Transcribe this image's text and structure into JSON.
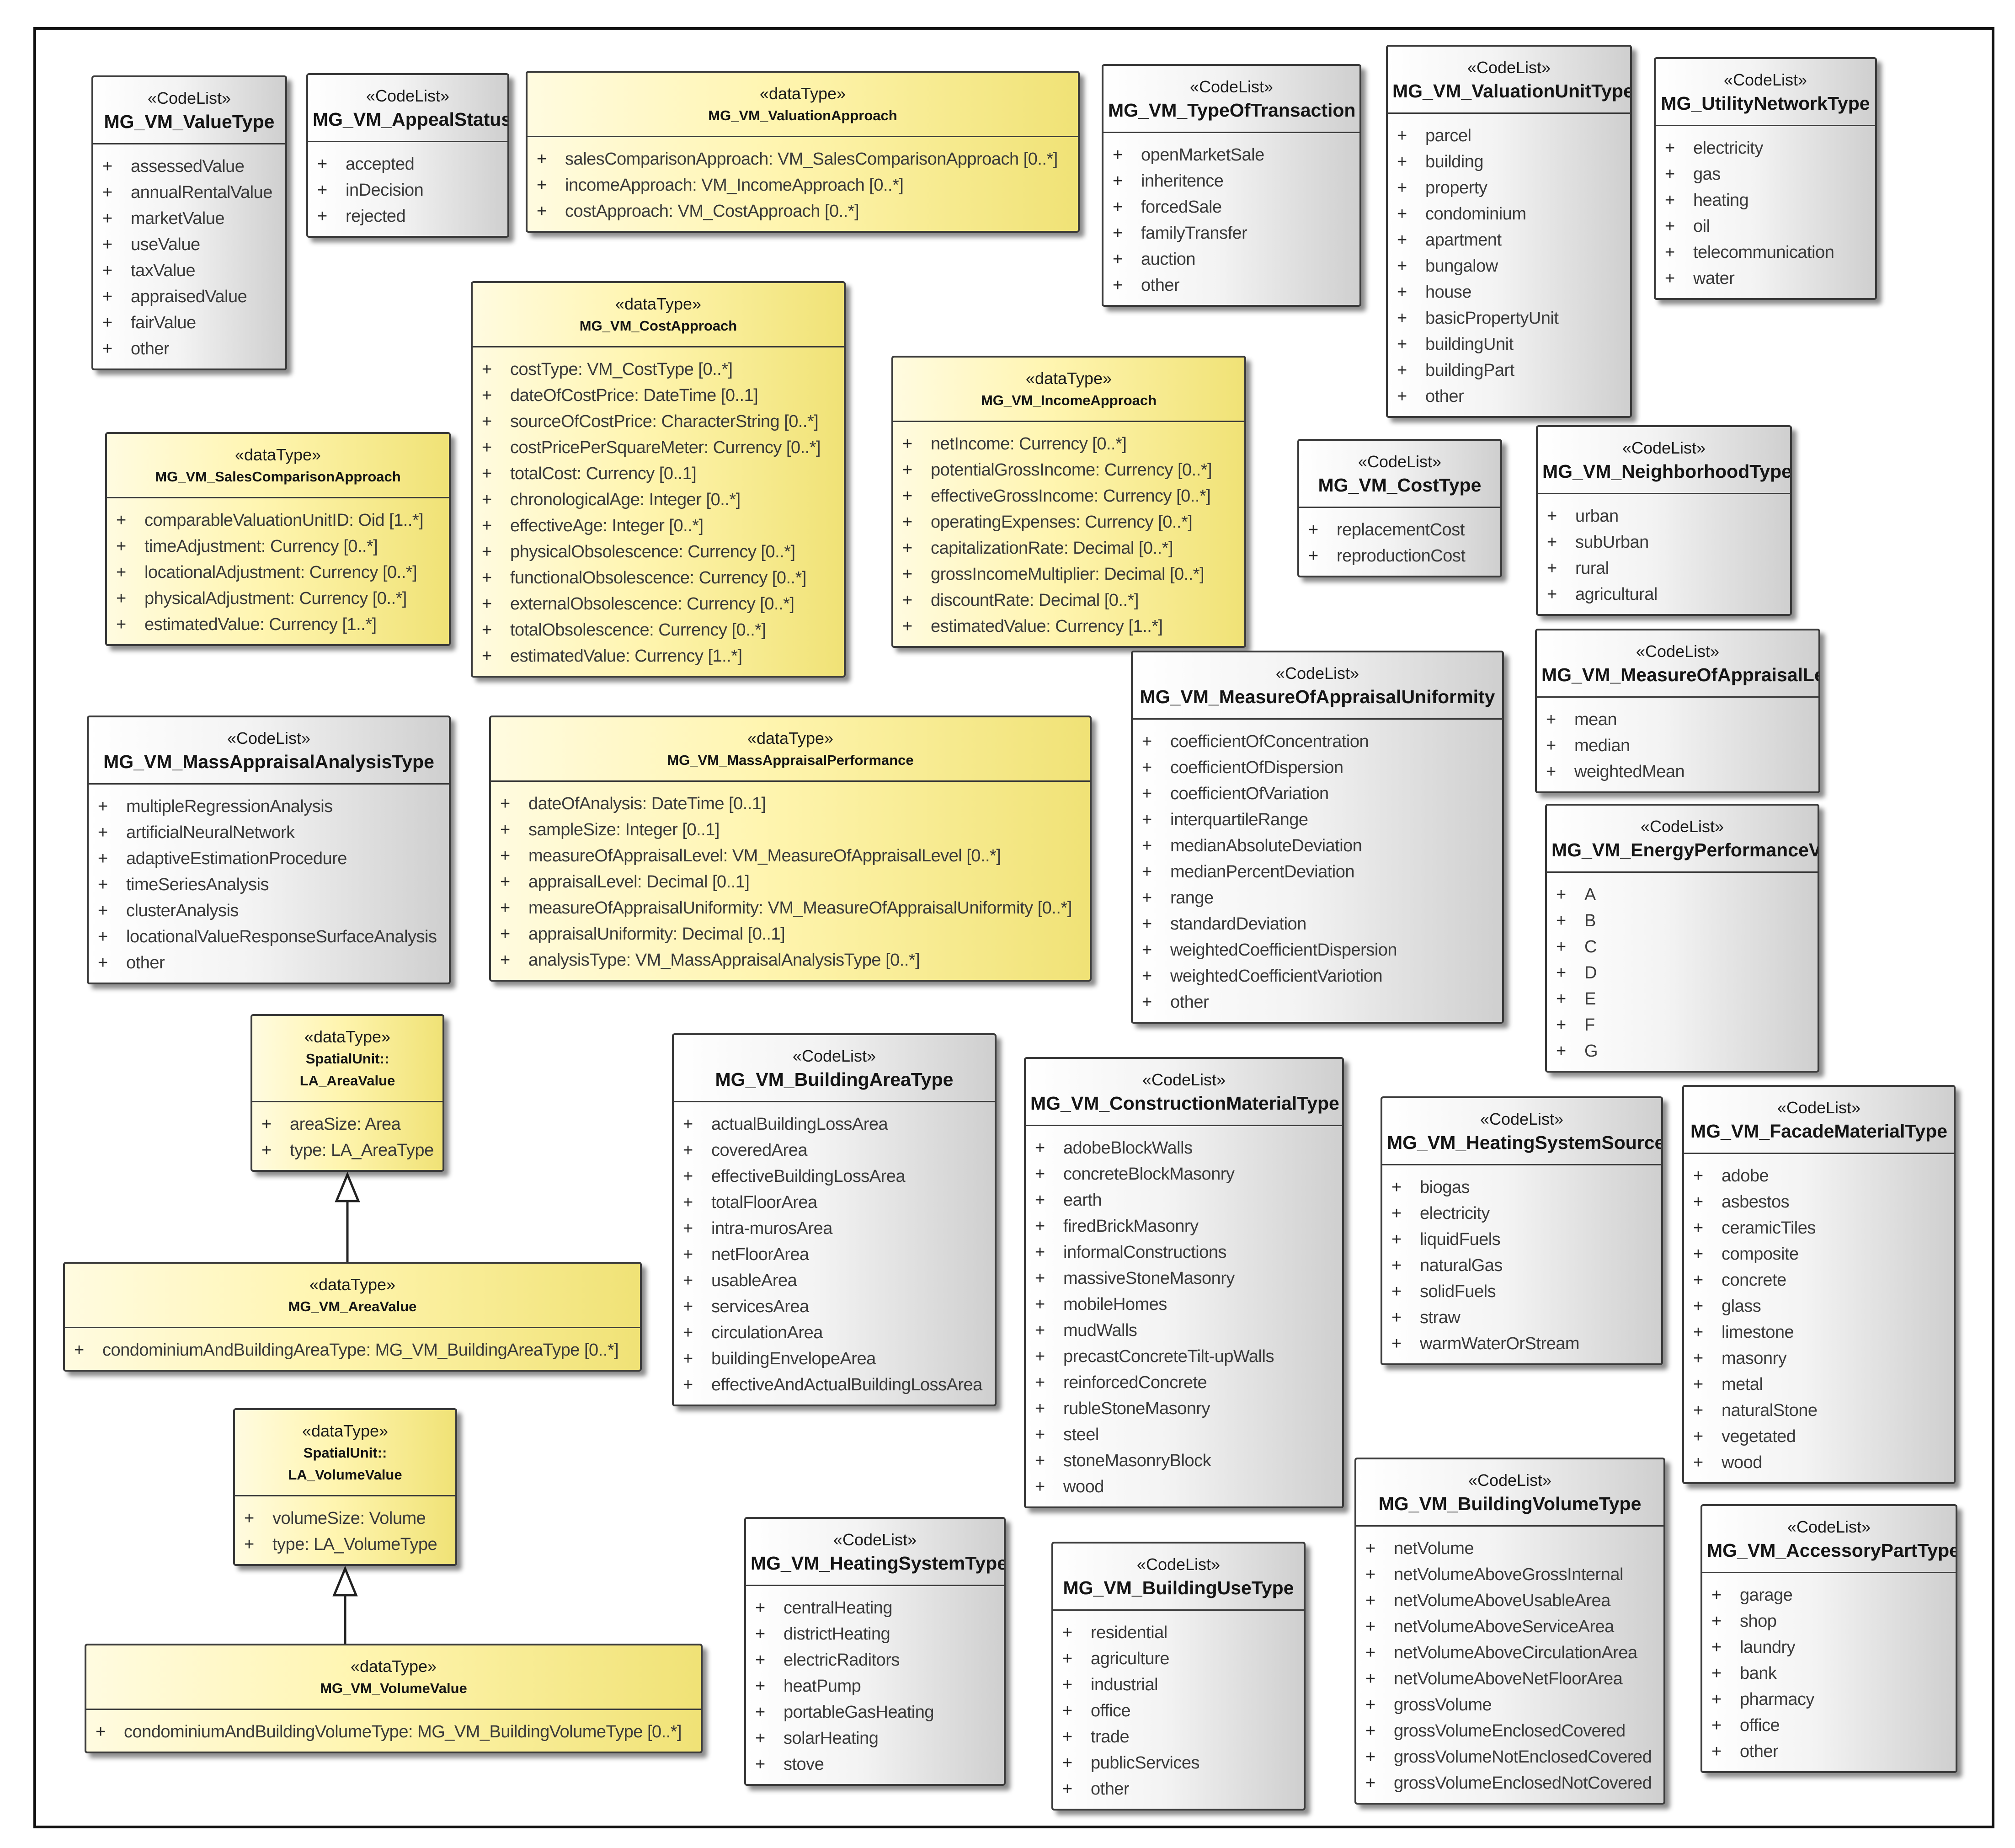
{
  "boxes": [
    {
      "id": "MG_VM_ValueType",
      "stereotype": "«CodeList»",
      "name": "MG_VM_ValueType",
      "kind": "codelist",
      "attributes": [
        "assessedValue",
        "annualRentalValue",
        "marketValue",
        "useValue",
        "taxValue",
        "appraisedValue",
        "fairValue",
        "other"
      ]
    },
    {
      "id": "MG_VM_AppealStatus",
      "stereotype": "«CodeList»",
      "name": "MG_VM_AppealStatus",
      "kind": "codelist",
      "attributes": [
        "accepted",
        "inDecision",
        "rejected"
      ]
    },
    {
      "id": "MG_VM_ValuationApproach",
      "stereotype": "«dataType»",
      "name": "MG_VM_ValuationApproach",
      "kind": "datatype",
      "attributes": [
        "salesComparisonApproach: VM_SalesComparisonApproach [0..*]",
        "incomeApproach: VM_IncomeApproach [0..*]",
        "costApproach: VM_CostApproach [0..*]"
      ]
    },
    {
      "id": "MG_VM_TypeOfTransaction",
      "stereotype": "«CodeList»",
      "name": "MG_VM_TypeOfTransaction",
      "kind": "codelist",
      "attributes": [
        "openMarketSale",
        "inheritence",
        "forcedSale",
        "familyTransfer",
        "auction",
        "other"
      ]
    },
    {
      "id": "MG_VM_ValuationUnitType",
      "stereotype": "«CodeList»",
      "name": "MG_VM_ValuationUnitType",
      "kind": "codelist",
      "attributes": [
        "parcel",
        "building",
        "property",
        "condominium",
        "apartment",
        "bungalow",
        "house",
        "basicPropertyUnit",
        "buildingUnit",
        "buildingPart",
        "other"
      ]
    },
    {
      "id": "MG_UtilityNetworkType",
      "stereotype": "«CodeList»",
      "name": "MG_UtilityNetworkType",
      "kind": "codelist",
      "attributes": [
        "electricity",
        "gas",
        "heating",
        "oil",
        "telecommunication",
        "water"
      ]
    },
    {
      "id": "MG_VM_CostApproach",
      "stereotype": "«dataType»",
      "name": "MG_VM_CostApproach",
      "kind": "datatype",
      "attributes": [
        "costType: VM_CostType [0..*]",
        "dateOfCostPrice: DateTime [0..1]",
        "sourceOfCostPrice: CharacterString [0..*]",
        "costPricePerSquareMeter: Currency [0..*]",
        "totalCost: Currency [0..1]",
        "chronologicalAge: Integer [0..*]",
        "effectiveAge: Integer [0..*]",
        "physicalObsolescence: Currency [0..*]",
        "functionalObsolescence: Currency [0..*]",
        "externalObsolescence: Currency [0..*]",
        "totalObsolescence: Currency [0..*]",
        "estimatedValue: Currency [1..*]"
      ]
    },
    {
      "id": "MG_VM_IncomeApproach",
      "stereotype": "«dataType»",
      "name": "MG_VM_IncomeApproach",
      "kind": "datatype",
      "attributes": [
        "netIncome: Currency [0..*]",
        "potentialGrossIncome: Currency [0..*]",
        "effectiveGrossIncome: Currency [0..*]",
        "operatingExpenses: Currency [0..*]",
        "capitalizationRate: Decimal [0..*]",
        "grossIncomeMultiplier: Decimal [0..*]",
        "discountRate: Decimal [0..*]",
        "estimatedValue: Currency [1..*]"
      ]
    },
    {
      "id": "MG_VM_SalesComparisonApproach",
      "stereotype": "«dataType»",
      "name": "MG_VM_SalesComparisonApproach",
      "kind": "datatype",
      "attributes": [
        "comparableValuationUnitID: Oid [1..*]",
        "timeAdjustment: Currency [0..*]",
        "locationalAdjustment: Currency [0..*]",
        "physicalAdjustment: Currency [0..*]",
        "estimatedValue: Currency [1..*]"
      ]
    },
    {
      "id": "MG_VM_CostType",
      "stereotype": "«CodeList»",
      "name": "MG_VM_CostType",
      "kind": "codelist",
      "attributes": [
        "replacementCost",
        "reproductionCost"
      ]
    },
    {
      "id": "MG_VM_NeighborhoodType",
      "stereotype": "«CodeList»",
      "name": "MG_VM_NeighborhoodType",
      "kind": "codelist",
      "attributes": [
        "urban",
        "subUrban",
        "rural",
        "agricultural"
      ]
    },
    {
      "id": "MG_VM_MeasureOfAppraisalUniformity",
      "stereotype": "«CodeList»",
      "name": "MG_VM_MeasureOfAppraisalUniformity",
      "kind": "codelist",
      "attributes": [
        "coefficientOfConcentration",
        "coefficientOfDispersion",
        "coefficientOfVariation",
        "interquartileRange",
        "medianAbsoluteDeviation",
        "medianPercentDeviation",
        "range",
        "standardDeviation",
        "weightedCoefficientDispersion",
        "weightedCoefficientVariotion",
        "other"
      ]
    },
    {
      "id": "MG_VM_MeasureOfAppraisalLevel",
      "stereotype": "«CodeList»",
      "name": "MG_VM_MeasureOfAppraisalLevel",
      "kind": "codelist",
      "attributes": [
        "mean",
        "median",
        "weightedMean"
      ]
    },
    {
      "id": "MG_VM_MassAppraisalAnalysisType",
      "stereotype": "«CodeList»",
      "name": "MG_VM_MassAppraisalAnalysisType",
      "kind": "codelist",
      "attributes": [
        "multipleRegressionAnalysis",
        "artificialNeuralNetwork",
        "adaptiveEstimationProcedure",
        "timeSeriesAnalysis",
        "clusterAnalysis",
        "locationalValueResponseSurfaceAnalysis",
        "other"
      ]
    },
    {
      "id": "MG_VM_MassAppraisalPerformance",
      "stereotype": "«dataType»",
      "name": "MG_VM_MassAppraisalPerformance",
      "kind": "datatype",
      "attributes": [
        "dateOfAnalysis: DateTime [0..1]",
        "sampleSize: Integer [0..1]",
        "measureOfAppraisalLevel: VM_MeasureOfAppraisalLevel [0..*]",
        "appraisalLevel: Decimal [0..1]",
        "measureOfAppraisalUniformity: VM_MeasureOfAppraisalUniformity [0..*]",
        "appraisalUniformity: Decimal [0..1]",
        "analysisType: VM_MassAppraisalAnalysisType [0..*]"
      ]
    },
    {
      "id": "MG_VM_EnergyPerformanceValue",
      "stereotype": "«CodeList»",
      "name": "MG_VM_EnergyPerformanceValue",
      "kind": "codelist",
      "attributes": [
        "A",
        "B",
        "C",
        "D",
        "E",
        "F",
        "G"
      ]
    },
    {
      "id": "LA_AreaValue",
      "stereotype": "«dataType»",
      "name": "SpatialUnit::",
      "name2": "LA_AreaValue",
      "kind": "datatype",
      "attributes": [
        "areaSize: Area",
        "type: LA_AreaType"
      ]
    },
    {
      "id": "MG_VM_BuildingAreaType",
      "stereotype": "«CodeList»",
      "name": "MG_VM_BuildingAreaType",
      "kind": "codelist",
      "attributes": [
        "actualBuildingLossArea",
        "coveredArea",
        "effectiveBuildingLossArea",
        "totalFloorArea",
        "intra-murosArea",
        "netFloorArea",
        "usableArea",
        "servicesArea",
        "circulationArea",
        "buildingEnvelopeArea",
        "effectiveAndActualBuildingLossArea"
      ]
    },
    {
      "id": "MG_VM_ConstructionMaterialType",
      "stereotype": "«CodeList»",
      "name": "MG_VM_ConstructionMaterialType",
      "kind": "codelist",
      "attributes": [
        "adobeBlockWalls",
        "concreteBlockMasonry",
        "earth",
        "firedBrickMasonry",
        "informalConstructions",
        "massiveStoneMasonry",
        "mobileHomes",
        "mudWalls",
        "precastConcreteTilt-upWalls",
        "reinforcedConcrete",
        "rubleStoneMasonry",
        "steel",
        "stoneMasonryBlock",
        "wood"
      ]
    },
    {
      "id": "MG_VM_HeatingSystemSource",
      "stereotype": "«CodeList»",
      "name": "MG_VM_HeatingSystemSource",
      "kind": "codelist",
      "attributes": [
        "biogas",
        "electricity",
        "liquidFuels",
        "naturalGas",
        "solidFuels",
        "straw",
        "warmWaterOrStream"
      ]
    },
    {
      "id": "MG_VM_FacadeMaterialType",
      "stereotype": "«CodeList»",
      "name": "MG_VM_FacadeMaterialType",
      "kind": "codelist",
      "attributes": [
        "adobe",
        "asbestos",
        "ceramicTiles",
        "composite",
        "concrete",
        "glass",
        "limestone",
        "masonry",
        "metal",
        "naturalStone",
        "vegetated",
        "wood"
      ]
    },
    {
      "id": "MG_VM_AreaValue",
      "stereotype": "«dataType»",
      "name": "MG_VM_AreaValue",
      "kind": "datatype",
      "attributes": [
        "condominiumAndBuildingAreaType: MG_VM_BuildingAreaType [0..*]"
      ]
    },
    {
      "id": "LA_VolumeValue",
      "stereotype": "«dataType»",
      "name": "SpatialUnit::",
      "name2": "LA_VolumeValue",
      "kind": "datatype",
      "attributes": [
        "volumeSize: Volume",
        "type: LA_VolumeType"
      ]
    },
    {
      "id": "MG_VM_BuildingVolumeType",
      "stereotype": "«CodeList»",
      "name": "MG_VM_BuildingVolumeType",
      "kind": "codelist",
      "attributes": [
        "netVolume",
        "netVolumeAboveGrossInternal",
        "netVolumeAboveUsableArea",
        "netVolumeAboveServiceArea",
        "netVolumeAboveCirculationArea",
        "netVolumeAboveNetFloorArea",
        "grossVolume",
        "grossVolumeEnclosedCovered",
        "grossVolumeNotEnclosedCovered",
        "grossVolumeEnclosedNotCovered"
      ]
    },
    {
      "id": "MG_VM_HeatingSystemType",
      "stereotype": "«CodeList»",
      "name": "MG_VM_HeatingSystemType",
      "kind": "codelist",
      "attributes": [
        "centralHeating",
        "districtHeating",
        "electricRaditors",
        "heatPump",
        "portableGasHeating",
        "solarHeating",
        "stove"
      ]
    },
    {
      "id": "MG_VM_BuildingUseType",
      "stereotype": "«CodeList»",
      "name": "MG_VM_BuildingUseType",
      "kind": "codelist",
      "attributes": [
        "residential",
        "agriculture",
        "industrial",
        "office",
        "trade",
        "publicServices",
        "other"
      ]
    },
    {
      "id": "MG_VM_AccessoryPartType",
      "stereotype": "«CodeList»",
      "name": "MG_VM_AccessoryPartType",
      "kind": "codelist",
      "attributes": [
        "garage",
        "shop",
        "laundry",
        "bank",
        "pharmacy",
        "office",
        "other"
      ]
    },
    {
      "id": "MG_VM_VolumeValue",
      "stereotype": "«dataType»",
      "name": "MG_VM_VolumeValue",
      "kind": "datatype",
      "attributes": [
        "condominiumAndBuildingVolumeType: MG_VM_BuildingVolumeType [0..*]"
      ]
    }
  ],
  "generalizations": [
    {
      "from": "MG_VM_AreaValue",
      "to": "LA_AreaValue"
    },
    {
      "from": "MG_VM_VolumeValue",
      "to": "LA_VolumeValue"
    }
  ],
  "visibility_symbol": "+",
  "colors": {
    "codelist": "#e8e8e8",
    "datatype": "#fff5b0",
    "border": "#3a3a3a"
  }
}
